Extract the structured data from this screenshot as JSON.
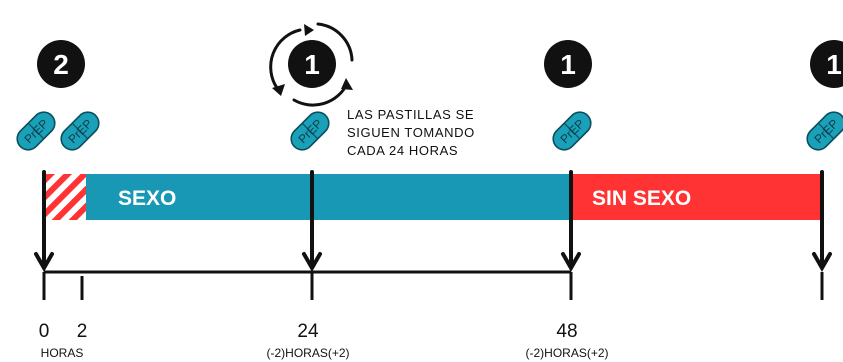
{
  "dose_badges": [
    {
      "value": "2"
    },
    {
      "value": "1"
    },
    {
      "value": "1"
    },
    {
      "value": "1"
    }
  ],
  "pill_label": "PrEP",
  "note_lines": [
    "LAS PASTILLAS SE",
    "SIGUEN TOMANDO",
    "CADA 24 HORAS"
  ],
  "segments": {
    "sexo": "SEXO",
    "sin_sexo": "SIN SEXO"
  },
  "ticks": {
    "t0": "0",
    "t2": "2",
    "t24": "24",
    "t48": "48"
  },
  "captions": {
    "horas": "HORAS",
    "window_24": "(-2)HORAS(+2)",
    "window_48": "(-2)HORAS(+2)"
  },
  "colors": {
    "teal": "#1898b4",
    "red": "#ff3333",
    "black": "#111111"
  },
  "icons": [
    "refresh-cycle-icon",
    "pill-icon",
    "down-arrow-icon"
  ]
}
